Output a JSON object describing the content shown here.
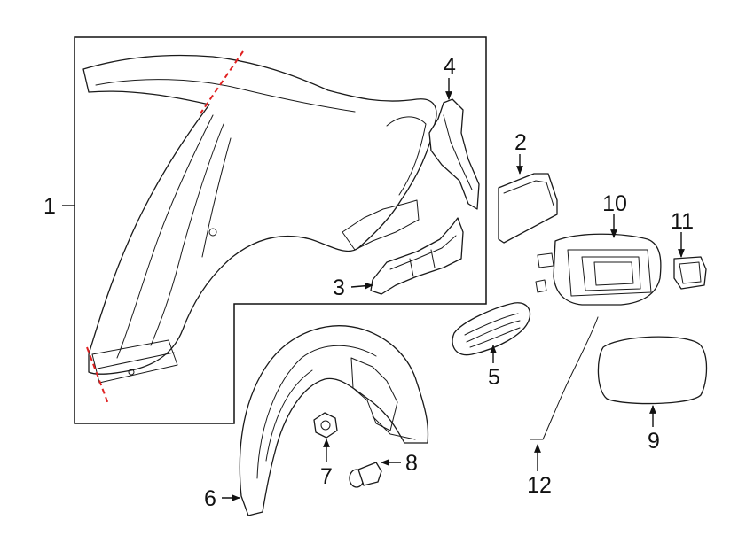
{
  "diagram": {
    "colors": {
      "line": "#1a1a1a",
      "cut_marker": "#e02020",
      "background": "#ffffff"
    },
    "callouts": [
      {
        "id": "1",
        "label": "1"
      },
      {
        "id": "2",
        "label": "2"
      },
      {
        "id": "3",
        "label": "3"
      },
      {
        "id": "4",
        "label": "4"
      },
      {
        "id": "5",
        "label": "5"
      },
      {
        "id": "6",
        "label": "6"
      },
      {
        "id": "7",
        "label": "7"
      },
      {
        "id": "8",
        "label": "8"
      },
      {
        "id": "9",
        "label": "9"
      },
      {
        "id": "10",
        "label": "10"
      },
      {
        "id": "11",
        "label": "11"
      },
      {
        "id": "12",
        "label": "12"
      }
    ]
  }
}
